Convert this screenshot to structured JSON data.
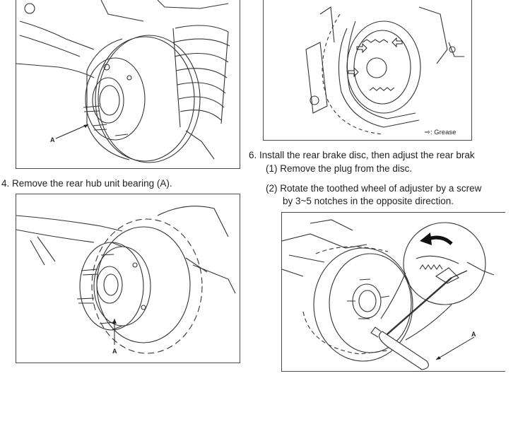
{
  "steps": {
    "step4": "4. Remove the rear hub unit bearing (A).",
    "step6": "6. Install the rear brake disc, then adjust the rear brak",
    "step6_1": "(1) Remove the plug from the disc.",
    "step6_2a": "(2) Rotate the toothed wheel of adjuster by a screw",
    "step6_2b": "by 3~5 notches in the opposite direction."
  },
  "figures": {
    "fig1_callout": "A",
    "fig3_callout": "A",
    "fig4_callout": "A",
    "grease_legend": ": Grease"
  },
  "icons": [
    "arrow-outline-icon",
    "rotation-arrow-icon"
  ]
}
